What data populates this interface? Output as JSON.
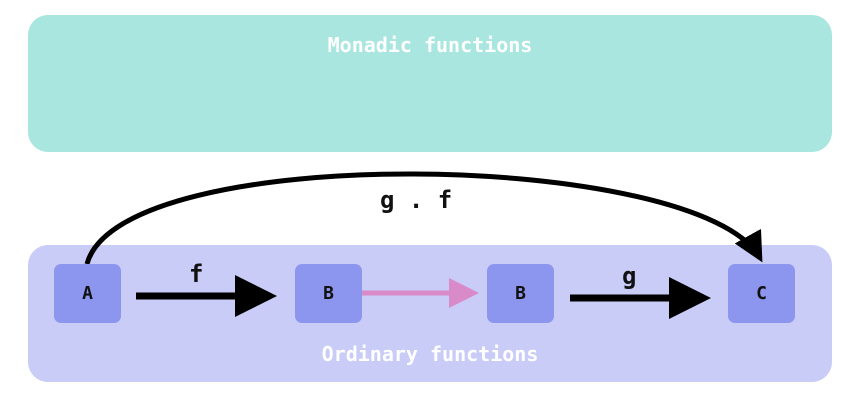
{
  "panels": {
    "monadic": {
      "title": "Monadic functions",
      "color": "#a8e6df"
    },
    "ordinary": {
      "title": "Ordinary functions",
      "color": "#c8ccf7"
    }
  },
  "nodes": {
    "a": "A",
    "b1": "B",
    "b2": "B",
    "c": "C",
    "color": "#8c96ee"
  },
  "edges": {
    "f": "f",
    "g": "g",
    "composition": "g . f",
    "arrow_color": "#000000",
    "identity_arrow_color": "#d98ac8"
  }
}
